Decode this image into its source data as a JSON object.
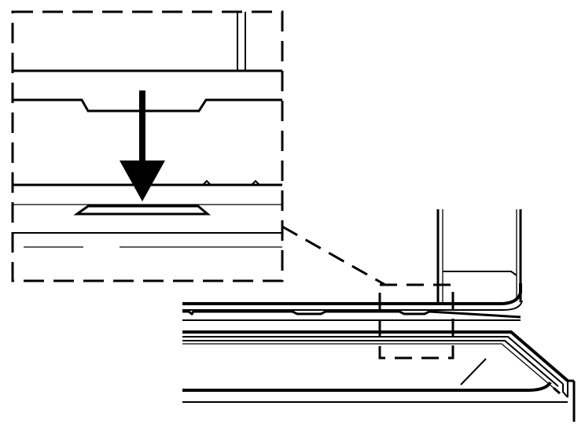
{
  "figure": {
    "type": "technical-line-drawing",
    "stroke_color": "#000000",
    "background_color": "#ffffff",
    "components": [
      "detail-callout-frame",
      "callout-leader-line",
      "detail-highlight-box",
      "insertion-arrow",
      "cabinet-side-panel",
      "shelf-panel",
      "lower-support-rail"
    ]
  }
}
